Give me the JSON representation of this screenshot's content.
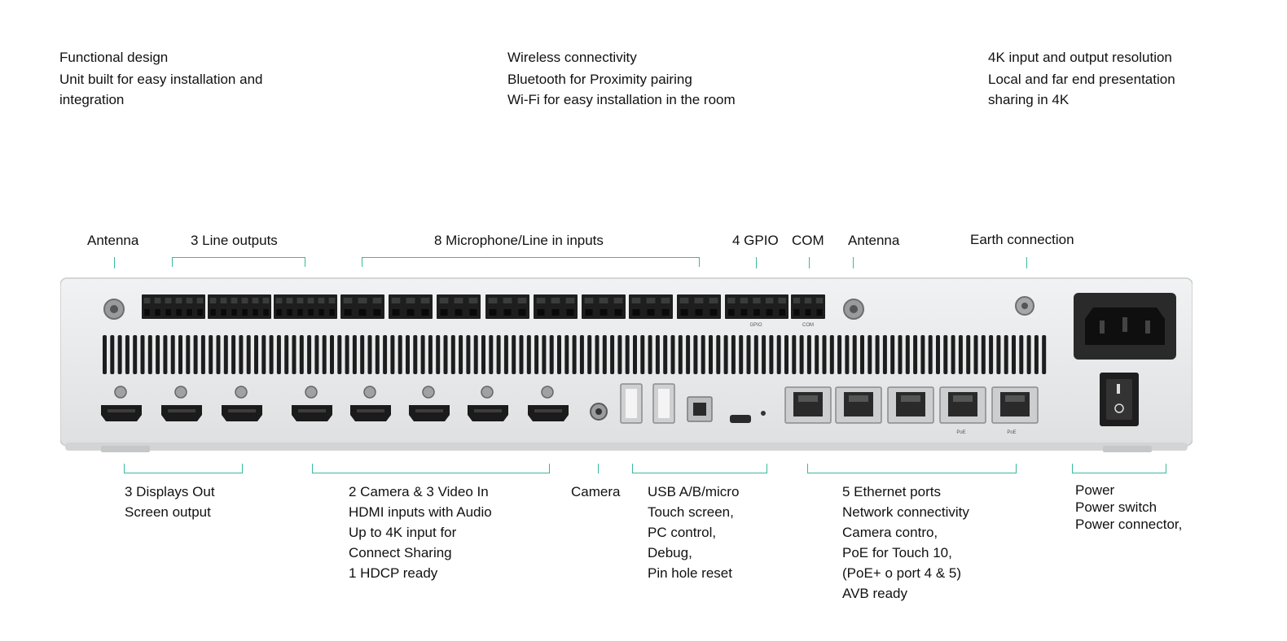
{
  "features": [
    {
      "title": "Functional design",
      "lines": [
        "Unit built for easy installation and",
        "integration"
      ]
    },
    {
      "title": "Wireless connectivity",
      "lines": [
        "Bluetooth for Proximity pairing",
        "Wi-Fi for easy installation in the room"
      ]
    },
    {
      "title": "4K input and output resolution",
      "lines": [
        "Local and far end presentation",
        "sharing in 4K"
      ]
    }
  ],
  "top_labels": {
    "antenna_left": "Antenna",
    "line_outputs": "3 Line outputs",
    "mic_inputs": "8 Microphone/Line in inputs",
    "gpio": "4 GPIO",
    "com": "COM",
    "antenna_right": "Antenna",
    "earth": "Earth connection"
  },
  "bottom_labels": {
    "displays": [
      "3 Displays Out",
      "Screen output"
    ],
    "video_in": [
      "2 Camera & 3 Video In",
      "HDMI inputs with Audio",
      "Up to 4K input for",
      "Connect Sharing",
      "1 HDCP ready"
    ],
    "camera": [
      "Camera"
    ],
    "usb": [
      "USB A/B/micro",
      "Touch screen,",
      "PC control,",
      "Debug,",
      "Pin hole reset"
    ],
    "ethernet": [
      "5 Ethernet ports",
      "Network connectivity",
      "Camera contro,",
      "PoE for Touch 10,",
      "(PoE+ o port 4 & 5)",
      "AVB ready"
    ],
    "power": [
      "Power",
      "Power switch",
      "Power connector,"
    ]
  },
  "device_marks": {
    "gpio": "GPIO",
    "com": "COM",
    "poe": "PoE"
  },
  "colors": {
    "accent": "#39b99a",
    "chassis": "#e8e9ea",
    "port": "#1c1c1c"
  }
}
